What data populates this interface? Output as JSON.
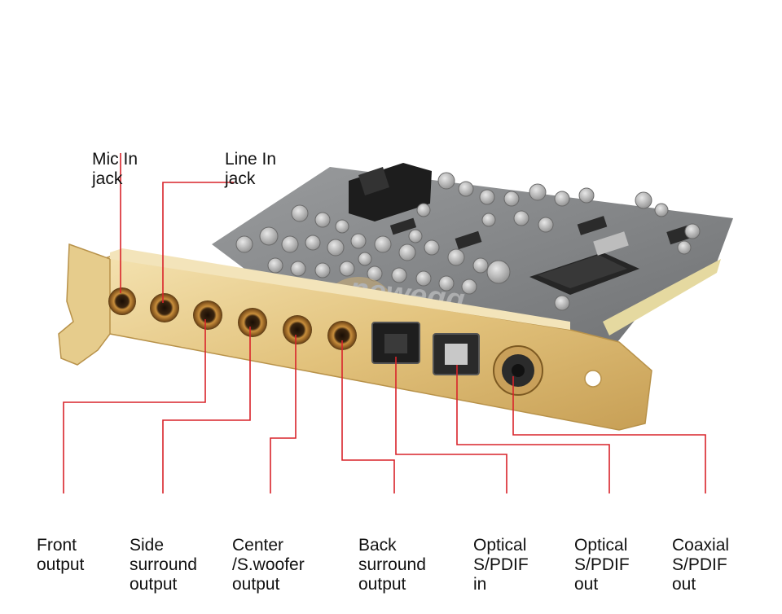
{
  "labels": {
    "mic_in": [
      "Mic In",
      "jack"
    ],
    "line_in": [
      "Line In",
      "jack"
    ],
    "front_output": [
      "Front",
      "output"
    ],
    "side_surround": [
      "Side",
      "surround",
      "output"
    ],
    "center_woofer": [
      "Center",
      "/S.woofer",
      "output"
    ],
    "back_surround": [
      "Back",
      "surround",
      "output"
    ],
    "optical_in": [
      "Optical",
      "S/PDIF",
      "in"
    ],
    "optical_out": [
      "Optical",
      "S/PDIF",
      "out"
    ],
    "coaxial_out": [
      "Coaxial",
      "S/PDIF",
      "out"
    ]
  },
  "watermark": "newegg",
  "colors": {
    "leader_line": "#d9232a",
    "bracket_gold": "#d9b86a",
    "pcb": "#8a8c8e",
    "text": "#111111"
  }
}
